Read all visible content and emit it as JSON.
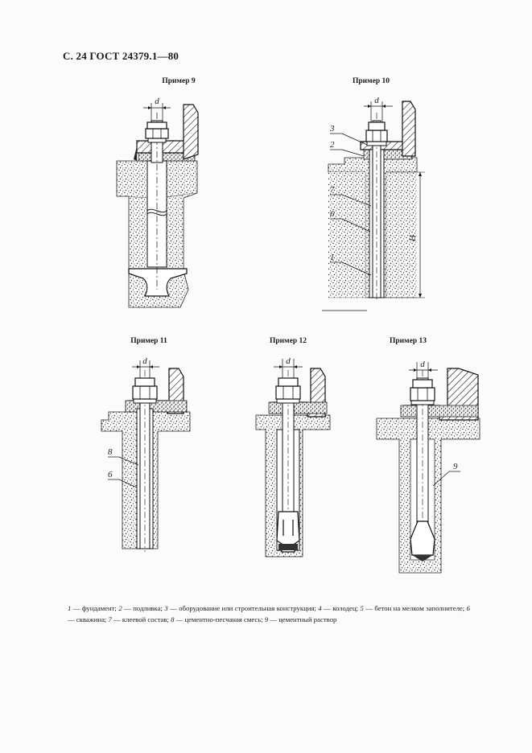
{
  "header": {
    "text": "С. 24 ГОСТ 24379.1—80"
  },
  "captions": {
    "ex9": "Пример 9",
    "ex10": "Пример 10",
    "ex11": "Пример 11",
    "ex12": "Пример 12",
    "ex13": "Пример 13"
  },
  "labels": {
    "d": "d",
    "H": "H",
    "n1": "1",
    "n2": "2",
    "n3": "3",
    "n6": "6",
    "n7": "7",
    "n8": "8",
    "n9": "9"
  },
  "legend": [
    {
      "num": "1",
      "text": " — фундамент; "
    },
    {
      "num": "2",
      "text": " — подливка; "
    },
    {
      "num": "3",
      "text": " — оборудование или строительная конструкция; "
    },
    {
      "num": "4",
      "text": " — колодец; "
    },
    {
      "num": "5",
      "text": " — бетон на мелком заполнителе; "
    },
    {
      "num": "6",
      "text": " — скважина; "
    },
    {
      "num": "7",
      "text": " — клеевой состав; "
    },
    {
      "num": "8",
      "text": " — цементно-песчаная смесь; "
    },
    {
      "num": "9",
      "text": " — цементный раствор"
    }
  ]
}
